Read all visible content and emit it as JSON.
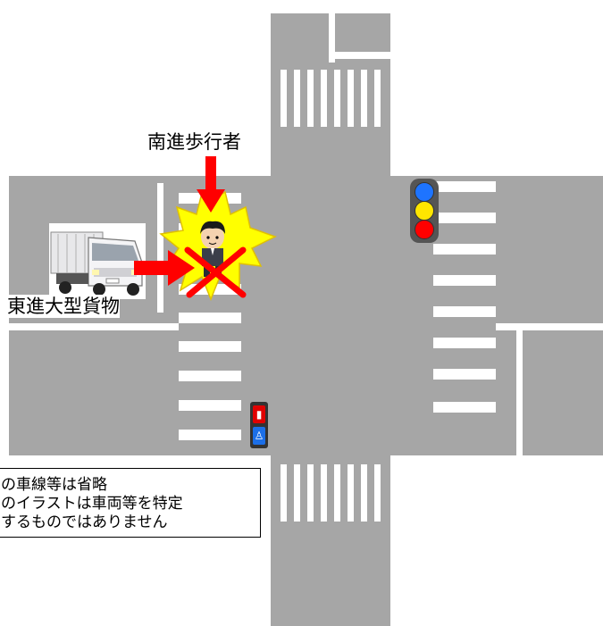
{
  "labels": {
    "pedestrian": "南進歩行者",
    "truck": "東進大型貨物"
  },
  "note": {
    "lines": [
      "の車線等は省略",
      "のイラストは車両等を特定",
      "するものではありません"
    ]
  },
  "colors": {
    "road": "#a6a6a6",
    "arrow": "#ff0000",
    "burst": "#ffff00",
    "signal_blue": "#1e74ff",
    "signal_yellow": "#ffe600",
    "signal_red": "#ff0000",
    "ped_red": "#e00000",
    "ped_blue": "#1c6fe8"
  },
  "icons": {
    "truck": "truck-icon",
    "pedestrian": "pedestrian-icon",
    "collision": "collision-burst-icon",
    "cross": "cross-mark-icon",
    "vehicle_signal": "traffic-light-icon",
    "pedestrian_signal": "pedestrian-signal-icon"
  }
}
